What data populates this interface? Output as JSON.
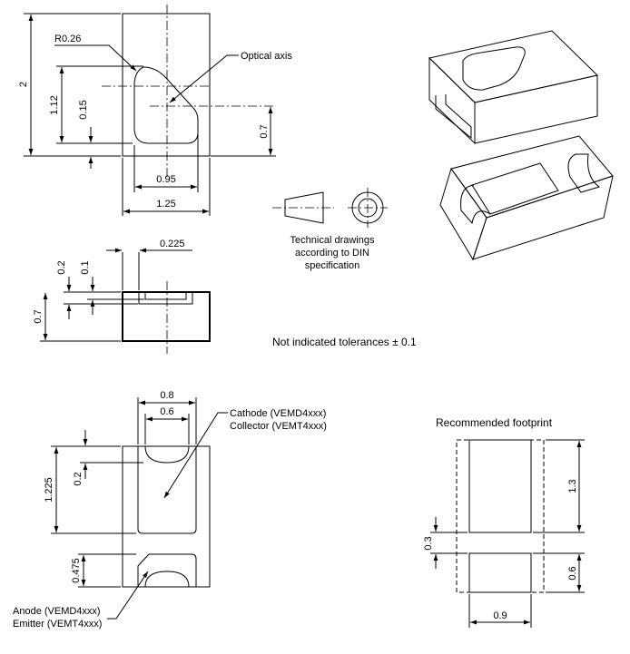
{
  "top_view": {
    "radius_label": "R0.26",
    "optical_axis_label": "Optical axis",
    "dim_height": "2",
    "dim_window_height": "1.12",
    "dim_window_offset": "0.15",
    "dim_axis_height": "0.7",
    "dim_window_width": "0.95",
    "dim_body_width": "1.25"
  },
  "din_note": {
    "line1": "Technical drawings",
    "line2": "according to DIN",
    "line3": "specification"
  },
  "side_view": {
    "dim_step": "0.225",
    "dim_depth_outer": "0.2",
    "dim_depth_inner": "0.1",
    "dim_thickness": "0.7"
  },
  "tolerance_note": "Not indicated tolerances ± 0.1",
  "bottom_view": {
    "dim_outer_width": "0.8",
    "dim_inner_width": "0.6",
    "cathode_line1": "Cathode (VEMD4xxx)",
    "cathode_line2": "Collector (VEMT4xxx)",
    "dim_pad_length": "1.225",
    "dim_top_gap": "0.2",
    "dim_lower_pad": "0.475",
    "anode_line1": "Anode (VEMD4xxx)",
    "anode_line2": "Emitter (VEMT4xxx)"
  },
  "footprint": {
    "title": "Recommended footprint",
    "dim_pad1": "1.3",
    "dim_gap": "0.3",
    "dim_pad2": "0.6",
    "dim_width": "0.9"
  }
}
